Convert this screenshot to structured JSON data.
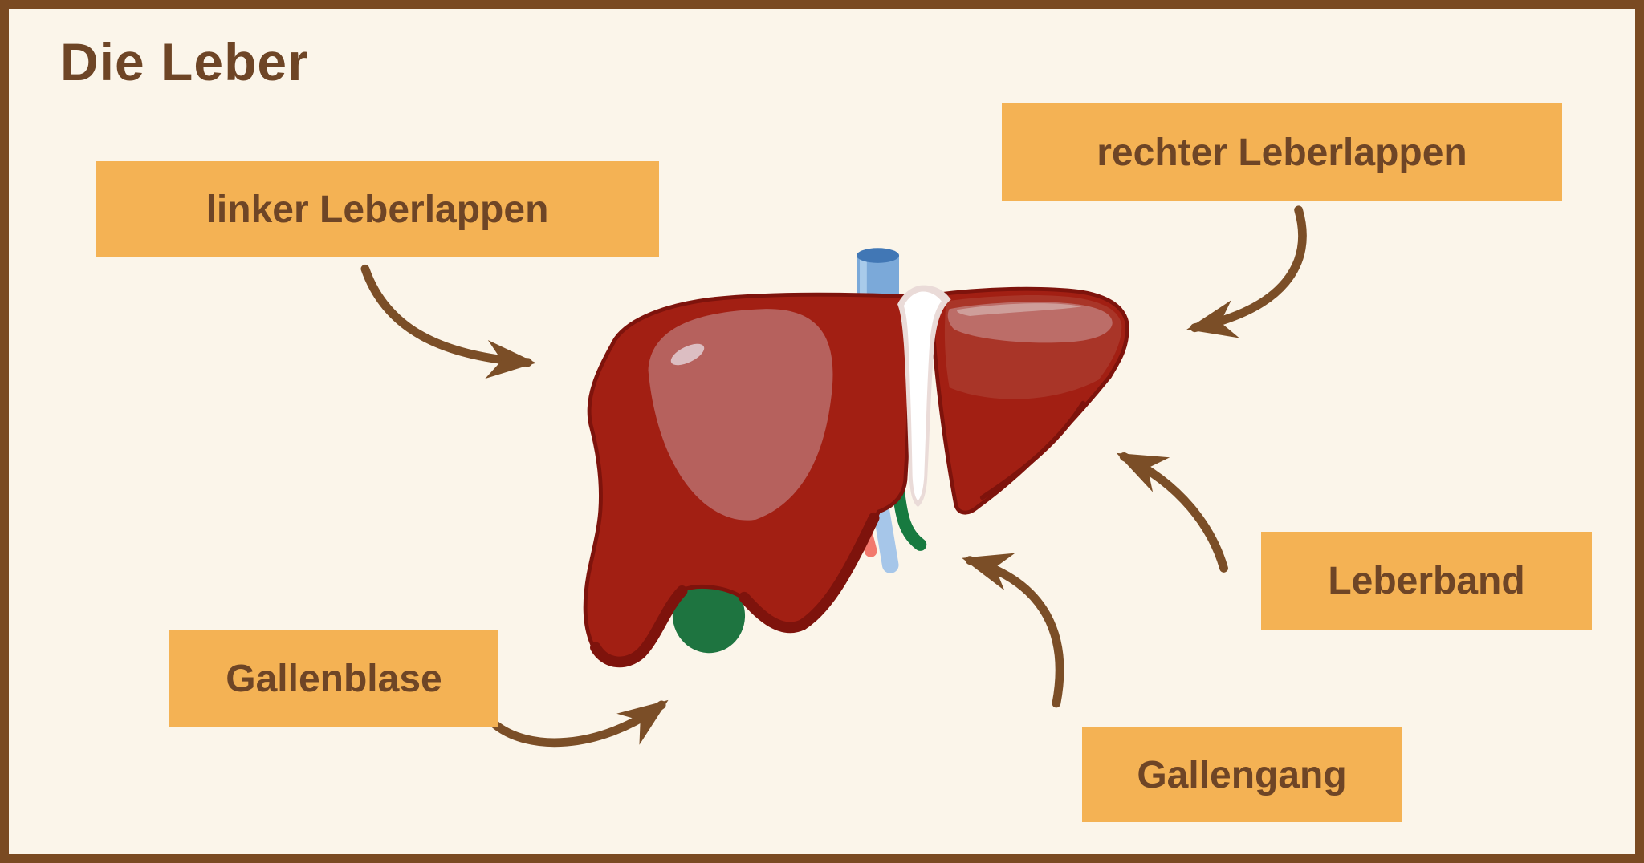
{
  "page": {
    "title": "Die Leber"
  },
  "labels": {
    "linker_leberlappen": "linker Leberlappen",
    "rechter_leberlappen": "rechter Leberlappen",
    "leberband": "Leberband",
    "gallenblase": "Gallenblase",
    "gallengang": "Gallengang"
  },
  "colors": {
    "background": "#FBF5EA",
    "frame_border": "#7A4A22",
    "label_background": "#F4B254",
    "text_brown": "#6E4526",
    "arrow_brown": "#7B4E27",
    "liver_red": "#A21F13",
    "liver_dark_rim": "#7E130C",
    "liver_highlight": "#B6615D",
    "liver_midtone": "#A93528",
    "liver_sheen": "#BC6D68",
    "liver_sheen_light": "#CE9E9A",
    "gloss_pink": "#DCBEC2",
    "ligament_white": "#FFFFFF",
    "ligament_edge": "#EADBD8",
    "vena_cava_blue": "#7BA9D9",
    "vena_cava_highlight": "#A9CBEA",
    "vena_cava_opening": "#4177B5",
    "portal_vein_blue": "#A6C6E9",
    "artery_red": "#F2796D",
    "artery_highlight": "#F9ACA2",
    "bile_duct_green": "#177A40",
    "gallbladder_green": "#1E7440"
  },
  "illustration": {
    "subject": "liver anatomy",
    "parts": [
      "left liver lobe",
      "right liver lobe",
      "falciform ligament (Leberband)",
      "vena cava stump",
      "hepatic artery",
      "portal vein",
      "bile duct (Gallengang)",
      "gallbladder (Gallenblase)"
    ]
  }
}
